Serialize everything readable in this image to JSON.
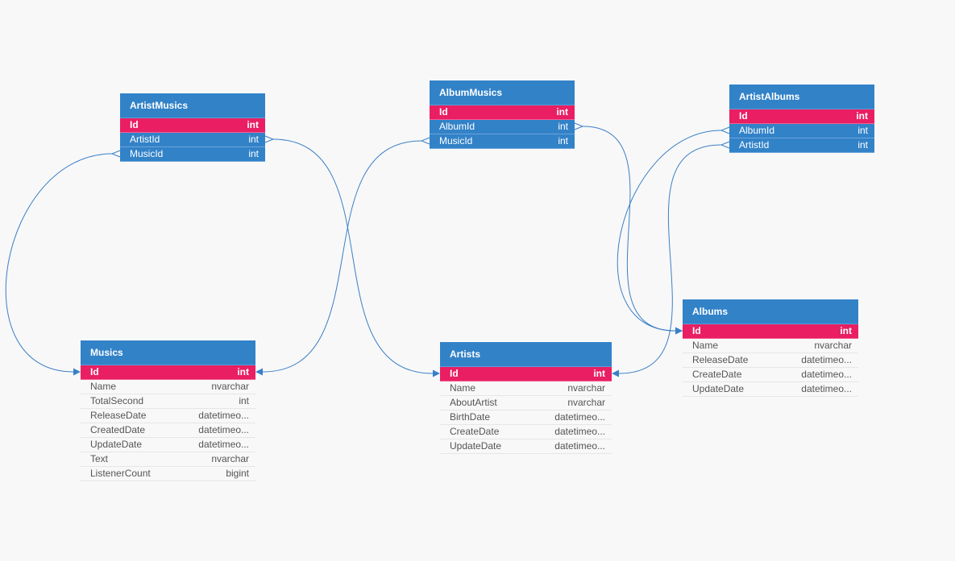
{
  "tables": {
    "artistmusics": {
      "name": "ArtistMusics",
      "columns": [
        {
          "name": "Id",
          "type": "int"
        },
        {
          "name": "ArtistId",
          "type": "int"
        },
        {
          "name": "MusicId",
          "type": "int"
        }
      ]
    },
    "albummusics": {
      "name": "AlbumMusics",
      "columns": [
        {
          "name": "Id",
          "type": "int"
        },
        {
          "name": "AlbumId",
          "type": "int"
        },
        {
          "name": "MusicId",
          "type": "int"
        }
      ]
    },
    "artistalbums": {
      "name": "ArtistAlbums",
      "columns": [
        {
          "name": "Id",
          "type": "int"
        },
        {
          "name": "AlbumId",
          "type": "int"
        },
        {
          "name": "ArtistId",
          "type": "int"
        }
      ]
    },
    "musics": {
      "name": "Musics",
      "columns": [
        {
          "name": "Id",
          "type": "int"
        },
        {
          "name": "Name",
          "type": "nvarchar"
        },
        {
          "name": "TotalSecond",
          "type": "int"
        },
        {
          "name": "ReleaseDate",
          "type": "datetimeo..."
        },
        {
          "name": "CreatedDate",
          "type": "datetimeo..."
        },
        {
          "name": "UpdateDate",
          "type": "datetimeo..."
        },
        {
          "name": "Text",
          "type": "nvarchar"
        },
        {
          "name": "ListenerCount",
          "type": "bigint"
        }
      ]
    },
    "artists": {
      "name": "Artists",
      "columns": [
        {
          "name": "Id",
          "type": "int"
        },
        {
          "name": "Name",
          "type": "nvarchar"
        },
        {
          "name": "AboutArtist",
          "type": "nvarchar"
        },
        {
          "name": "BirthDate",
          "type": "datetimeo..."
        },
        {
          "name": "CreateDate",
          "type": "datetimeo..."
        },
        {
          "name": "UpdateDate",
          "type": "datetimeo..."
        }
      ]
    },
    "albums": {
      "name": "Albums",
      "columns": [
        {
          "name": "Id",
          "type": "int"
        },
        {
          "name": "Name",
          "type": "nvarchar"
        },
        {
          "name": "ReleaseDate",
          "type": "datetimeo..."
        },
        {
          "name": "CreateDate",
          "type": "datetimeo..."
        },
        {
          "name": "UpdateDate",
          "type": "datetimeo..."
        }
      ]
    }
  },
  "colors": {
    "header": "#3282c8",
    "primary_key": "#e91e63",
    "link": "#3a7fc6",
    "background": "#f8f8f8"
  },
  "relationships": [
    {
      "from_table": "artistmusics",
      "from_column": "ArtistId",
      "to_table": "artists",
      "to_column": "Id"
    },
    {
      "from_table": "artistmusics",
      "from_column": "MusicId",
      "to_table": "musics",
      "to_column": "Id"
    },
    {
      "from_table": "albummusics",
      "from_column": "AlbumId",
      "to_table": "albums",
      "to_column": "Id"
    },
    {
      "from_table": "albummusics",
      "from_column": "MusicId",
      "to_table": "musics",
      "to_column": "Id"
    },
    {
      "from_table": "artistalbums",
      "from_column": "AlbumId",
      "to_table": "albums",
      "to_column": "Id"
    },
    {
      "from_table": "artistalbums",
      "from_column": "ArtistId",
      "to_table": "artists",
      "to_column": "Id"
    }
  ]
}
